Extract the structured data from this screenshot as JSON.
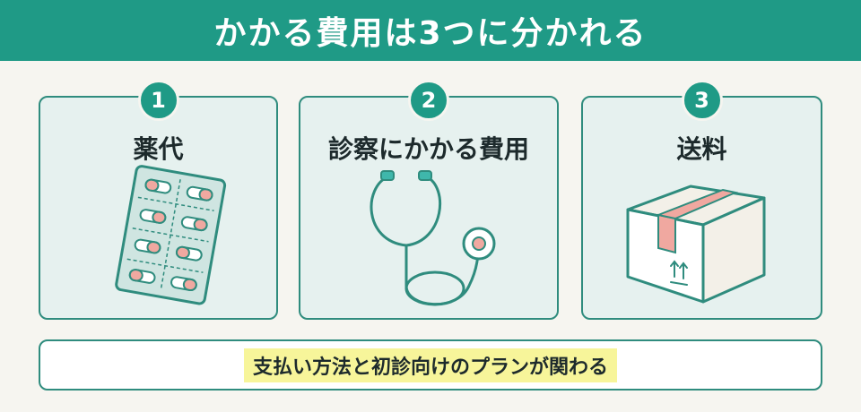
{
  "title": "かかる費用は3つに分かれる",
  "cards": [
    {
      "number": "1",
      "label": "薬代",
      "icon": "pill-blister-pack-icon"
    },
    {
      "number": "2",
      "label": "診察にかかる費用",
      "icon": "stethoscope-icon"
    },
    {
      "number": "3",
      "label": "送料",
      "icon": "cardboard-box-icon"
    }
  ],
  "note": "支払い方法と初診向けのプランが関わる",
  "colors": {
    "teal": "#1f9a86",
    "highlight": "#f7f59a",
    "pill": "#f0a8a0"
  }
}
